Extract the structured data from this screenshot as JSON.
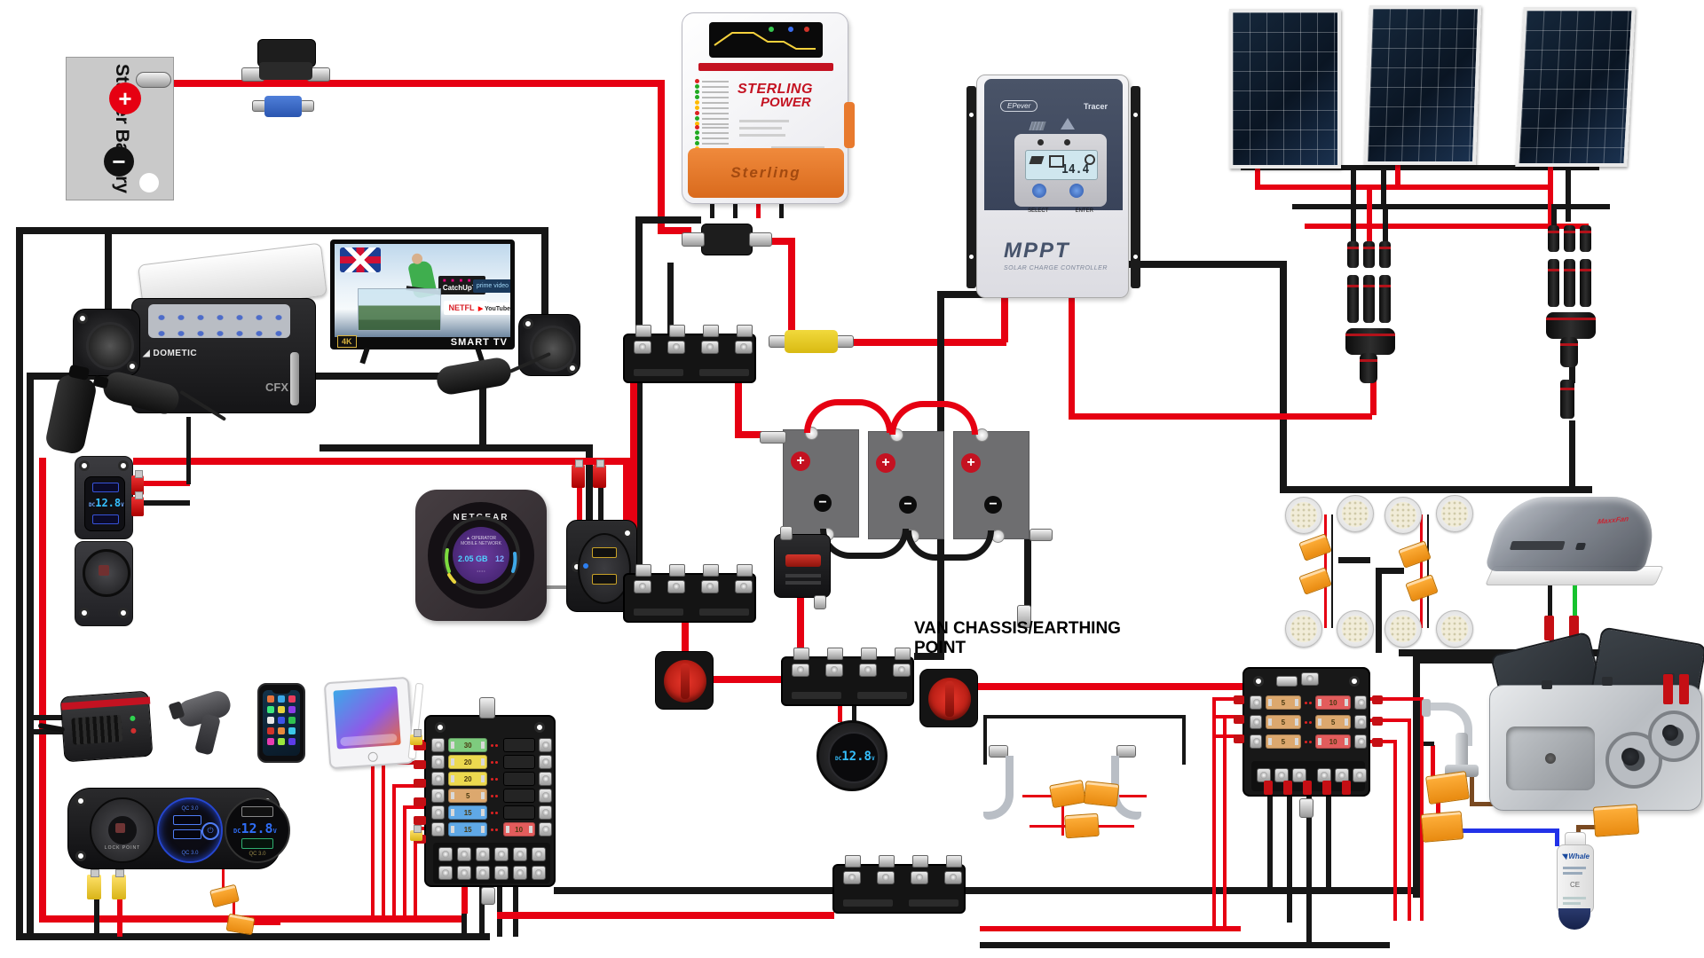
{
  "diagram": {
    "earthing_label": "VAN CHASSIS/EARTHING POINT",
    "starter_battery": {
      "label": "Starter Battery",
      "plus": "+",
      "minus": "−"
    },
    "leisure_battery": {
      "plus": "+",
      "minus": "−"
    },
    "b2b": {
      "brand_line": "STERLING POWER",
      "brand1": "STERLING",
      "brand2": "POWER",
      "base": "Sterling"
    },
    "mppt": {
      "brand": "EPever",
      "model": "Tracer",
      "lcd": "14.4",
      "select": "SELECT",
      "enter": "ENTER",
      "title": "MPPT",
      "subtitle": "SOLAR CHARGE CONTROLLER"
    },
    "tv": {
      "badge_catchup": "CatchUpTV",
      "badge_prime": "prime video",
      "badge_netflix": "NETFLIX",
      "badge_youtube": "YouTube",
      "badge_4k": "4K",
      "label": "SMART TV"
    },
    "fridge": {
      "brand": "DOMETIC",
      "model": "CFX"
    },
    "router": {
      "brand": "NETGEAR",
      "stat_data": "2.05 GB",
      "stat_days": "12"
    },
    "left_panel": {
      "dc": "DC",
      "volts": "12.8",
      "v": "V"
    },
    "gauge": {
      "dc": "DC",
      "volts": "12.8",
      "v": "V"
    },
    "control_panel": {
      "lock": "LOCK POINT",
      "qc_top": "QC 3.0",
      "dc": "DC",
      "volts": "12.8",
      "v": "V",
      "qc_bottom": "QC 3.0"
    },
    "fusebox_left": {
      "left_fuses": [
        {
          "value": "30",
          "color": "#7ecb7e"
        },
        {
          "value": "20",
          "color": "#ecd94f"
        },
        {
          "value": "20",
          "color": "#ecd94f"
        },
        {
          "value": "5",
          "color": "#dca86e"
        },
        {
          "value": "15",
          "color": "#5fa8e6"
        },
        {
          "value": "15",
          "color": "#5fa8e6"
        }
      ],
      "bottom_right_fuse": {
        "value": "10",
        "color": "#e25c5c"
      }
    },
    "fusebox_right": {
      "left_col": [
        {
          "value": "5",
          "color": "#dca86e"
        },
        {
          "value": "5",
          "color": "#dca86e"
        },
        {
          "value": "5",
          "color": "#dca86e"
        }
      ],
      "right_col": [
        {
          "value": "10",
          "color": "#e25c5c"
        },
        {
          "value": "5",
          "color": "#dca86e"
        },
        {
          "value": "10",
          "color": "#e25c5c"
        }
      ]
    },
    "pump": {
      "brand": "Whale",
      "ce": "CE"
    },
    "fan": {
      "brand": "MaxxFan"
    },
    "solar_panel_count": 3,
    "wire_colors": {
      "red": "#e60012",
      "black": "#161616",
      "blue": "#2232e8",
      "brown": "#7a4a21",
      "green": "#17c22e",
      "gray": "#8e8e8e"
    }
  }
}
